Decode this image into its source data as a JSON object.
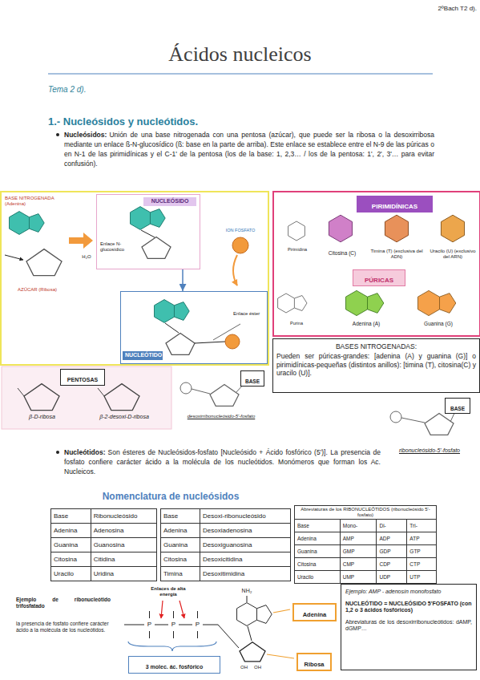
{
  "diagram": {
    "title": "Ácidos nucleicos",
    "nodes": [
      {
        "text": [
          "BASE NITROGENADA (Adenina)",
          "AZÚCAR (Ribosa)"
        ]
      },
      {
        "text": [
          "NUCLEÓSIDO",
          "Enlace N-glucosídico"
        ],
        "in": 0
      },
      {
        "text": [
          "NUCLEÓTIDO",
          "Enlace éster"
        ],
        "in": 0
      },
      {
        "text": [
          "Pirimidina",
          "Citosina (C)",
          "Timina (T) (exclusiva del ADN)",
          "Uracilo (U) (exclusivo del ARN)",
          "Purina",
          "Adenina (A)",
          "Guanina (G)"
        ]
      },
      {
        "text": [
          "PIRIMIDÍNICAS"
        ],
        "in": 3
      },
      {
        "text": [
          "PÚRICAS"
        ],
        "in": 3
      },
      {
        "text": [
          "BASES NITROGENADAS:",
          "Pueden ser púricas-grandes: [adenina (A) y guanina (G)] o pirimidínicas-pequeñas (distintos anillos): [timina (T), citosina(C) y uracilo (U)]."
        ]
      },
      {
        "text": [
          "PENTOSAS"
        ]
      },
      {
        "text": [
          "BASE"
        ]
      },
      {
        "text": [
          "BASE"
        ]
      },
      {
        "text": [
          "Adenina"
        ]
      },
      {
        "text": [
          "Ribosa"
        ]
      },
      {
        "text": [
          "3 molec. ác. fosfórico"
        ]
      },
      {
        "text": [
          "Ejemplo: AMP - adenosín monofosfato",
          "NUCLEÓTIDO = NUCLEÓSIDO 5'FOSFATO (con 1,2 o 3 ácidos fosfóricos)",
          "Abreviaturas de los desoxirribonucleótidos: dAMP, dGMP…"
        ]
      }
    ],
    "edges": [
      {
        "from": 1,
        "to": 2,
        "arrow": "to"
      }
    ],
    "labels": [
      "2ºBach T2 d).",
      "Tema 2 d).",
      "1.- Nucleósidos y nucleótidos.",
      "Nucleósidos:",
      "Unión de una base nitrogenada con una pentosa (azúcar), que puede ser la ribosa o la desoxirribosa mediante un enlace ß-N-glucosídico (ß: base en la parte de arriba). Este enlace se establece entre el N-9 de las púricas o en N-1 de las pirimidínicas y el C-1' de la pentosa (los de la base: 1, 2,3… / los de la pentosa: 1', 2', 3'… para evitar confusión).",
      "ION FOSFATO",
      "H₂O",
      "β-D-ribosa",
      "β-2-desoxi-D-ribosa",
      "desoxirribonucleósido-5'-fosfato",
      "ribonucleósido-5'-fosfato",
      "Nucleótidos:",
      "Son ésteres de Nucleósidos-fosfato [Nucleósido + Ácido fosfórico (5')]. La presencia de fosfato confiere carácter ácido a la molécula de los nucleótidos. Monómeros que forman los Ac. Nucleicos.",
      "Nomenclatura de nucleósidos",
      "Base",
      "Ribonucleósido",
      "Adenina",
      "Adenosina",
      "Guanina",
      "Guanosina",
      "Citosina",
      "Citidina",
      "Uracilo",
      "Uridina",
      "Base",
      "Desoxi-ribonucleósido",
      "Adenina",
      "Desoxiadenosina",
      "Guanina",
      "Desoxiguanosina",
      "Citosina",
      "Desoxicitidina",
      "Timina",
      "Desoxitimidina",
      "Abreviaturas de los RIBONUCLEÓTIDOS (ribonucleósido 5'-fosfato)",
      "Base",
      "Mono-",
      "Di-",
      "Tri-",
      "Adenina",
      "AMP",
      "ADP",
      "ATP",
      "Guanina",
      "GMP",
      "GDP",
      "GTP",
      "Citosina",
      "CMP",
      "CDP",
      "CTP",
      "Uracilo",
      "UMP",
      "UDP",
      "UTP",
      "Ejemplo de ribonucleótido trifosfatado",
      "la presencia de fosfato confiere carácter ácido a la molécula de los nucleótidos.",
      "Enlaces de alta energía",
      "NH₂",
      "P",
      "P",
      "P",
      "OH",
      "OH"
    ]
  }
}
